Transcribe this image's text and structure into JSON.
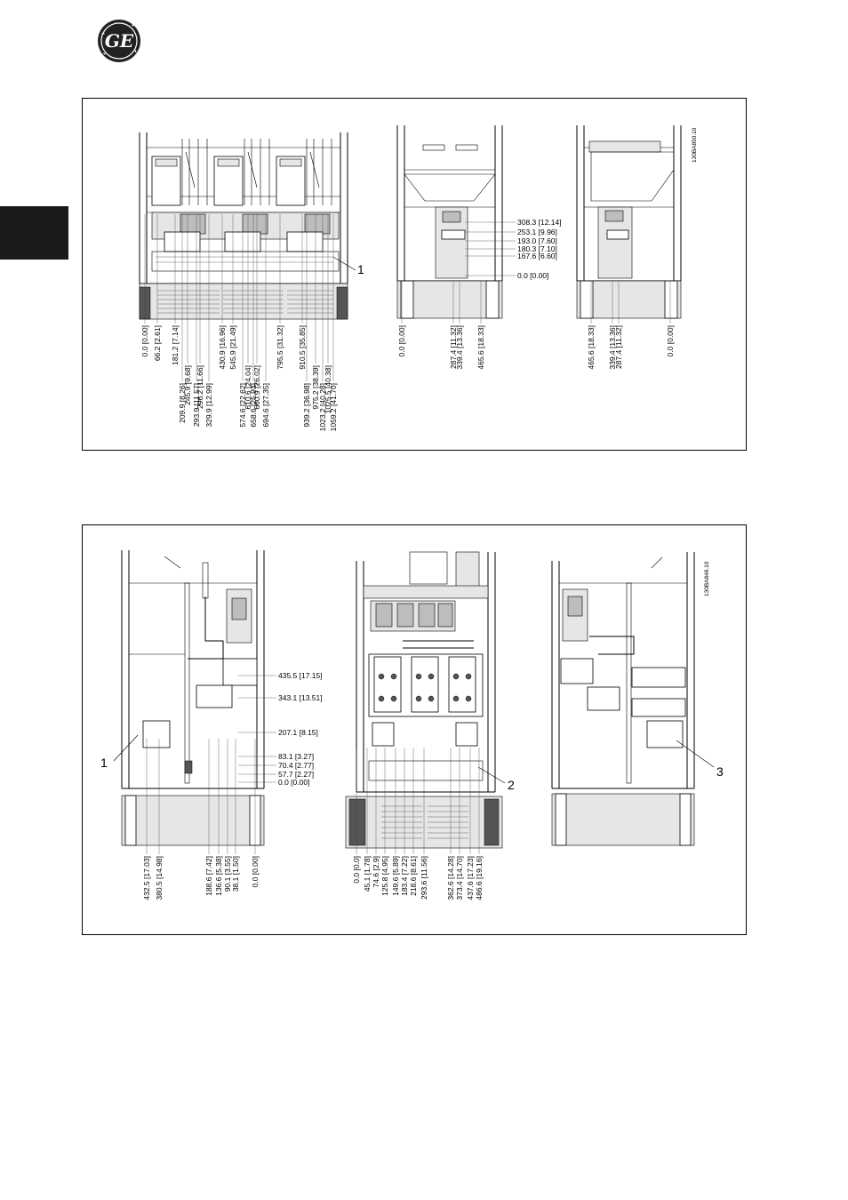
{
  "brand": {
    "logo_text": "GE"
  },
  "figure1": {
    "drawing_code": "130BA850.10",
    "callouts": [
      "1"
    ],
    "front_dims": [
      "0.0 [0.00]",
      "66.2 [2.61]",
      "181.2 [7.14]",
      "209.9 [8.26]",
      "245.9 [9.68]",
      "293.9 [11.57]",
      "296.2 [11.66]",
      "329.9 [12.99]",
      "430.9 [16.96]",
      "545.9 [21.49]",
      "574.6 [22.62]",
      "610.6 [24.04]",
      "658.6 [25.93]",
      "660.9 [26.02]",
      "694.6 [27.35]",
      "795.5 [31.32]",
      "910.5 [35.85]",
      "939.2 [36.98]",
      "975.2 [38.39]",
      "1023.2 [40.28]",
      "1025.5 [40.38]",
      "1059.2 [41.70]"
    ],
    "side_right_dims": [
      "308.3 [12.14]",
      "253.1 [9.96]",
      "193.0 [7.60]",
      "180.3 [7.10]",
      "167.6 [6.60]",
      "0.0 [0.00]"
    ],
    "side_bottom_dims": [
      "0.0 [0.00]",
      "287.4 [11.32]",
      "339.4 [13.36]",
      "465.6 [18.33]"
    ],
    "side2_bottom_dims": [
      "465.6 [18.33]",
      "339.4 [13.36]",
      "287.4 [11.32]",
      "0.0 [0.00]"
    ]
  },
  "figure2": {
    "drawing_code": "130BA848.10",
    "callouts": [
      "1",
      "2",
      "3"
    ],
    "left_right_dims": [
      "435.5 [17.15]",
      "343.1 [13.51]",
      "207.1 [8.15]",
      "83.1 [3.27]",
      "70.4 [2.77]",
      "57.7 [2.27]",
      "0.0 [0.00]"
    ],
    "left_bottom_dims": [
      "432.5 [17.03]",
      "380.5 [14.98]",
      "188.6 [7.42]",
      "136.6 [5.38]",
      "90.1 [3.55]",
      "38.1 [1.50]",
      "0.0 [0.00]"
    ],
    "middle_bottom_dims": [
      "0.0 [0.0]",
      "45.1 [1.78]",
      "74.6 [2.9]",
      "125.8 [4.95]",
      "149.6 [5.89]",
      "183.4 [7.22]",
      "218.6 [8.61]",
      "293.6 [11.56]",
      "362.6 [14.28]",
      "373.4 [14.70]",
      "437.6 [17.23]",
      "486.6 [19.16]"
    ]
  }
}
